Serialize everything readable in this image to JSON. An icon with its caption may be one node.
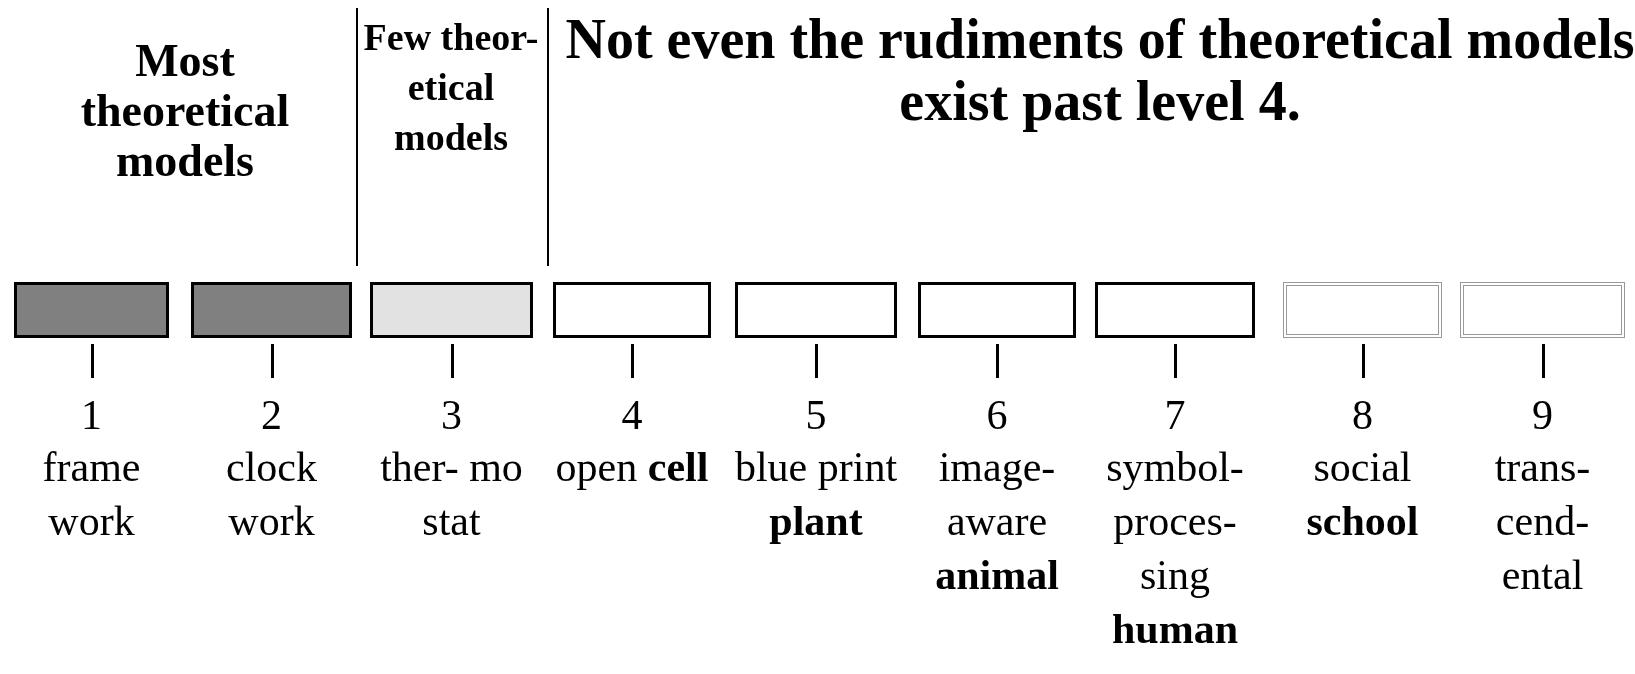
{
  "diagram": {
    "nodes": [
      {
        "text": [
          "1",
          "frame work"
        ]
      },
      {
        "text": [
          "2",
          "clock work"
        ]
      },
      {
        "text": [
          "3",
          "ther- mo stat"
        ]
      },
      {
        "text": [
          "4",
          "open **cell**"
        ]
      },
      {
        "text": [
          "5",
          "blue print **plant**"
        ]
      },
      {
        "text": [
          "6",
          "image- aware **animal**"
        ]
      },
      {
        "text": [
          "7",
          "symbol- proces- sing **human**"
        ]
      },
      {
        "text": [
          "8",
          "social **school**"
        ]
      },
      {
        "text": [
          "9",
          "trans- cend- ental"
        ]
      }
    ],
    "edges": [],
    "labels": [
      "Most theoretical models",
      "Few theor- etical models",
      "Not even the rudiments of theoretical models exist past level 4."
    ]
  }
}
